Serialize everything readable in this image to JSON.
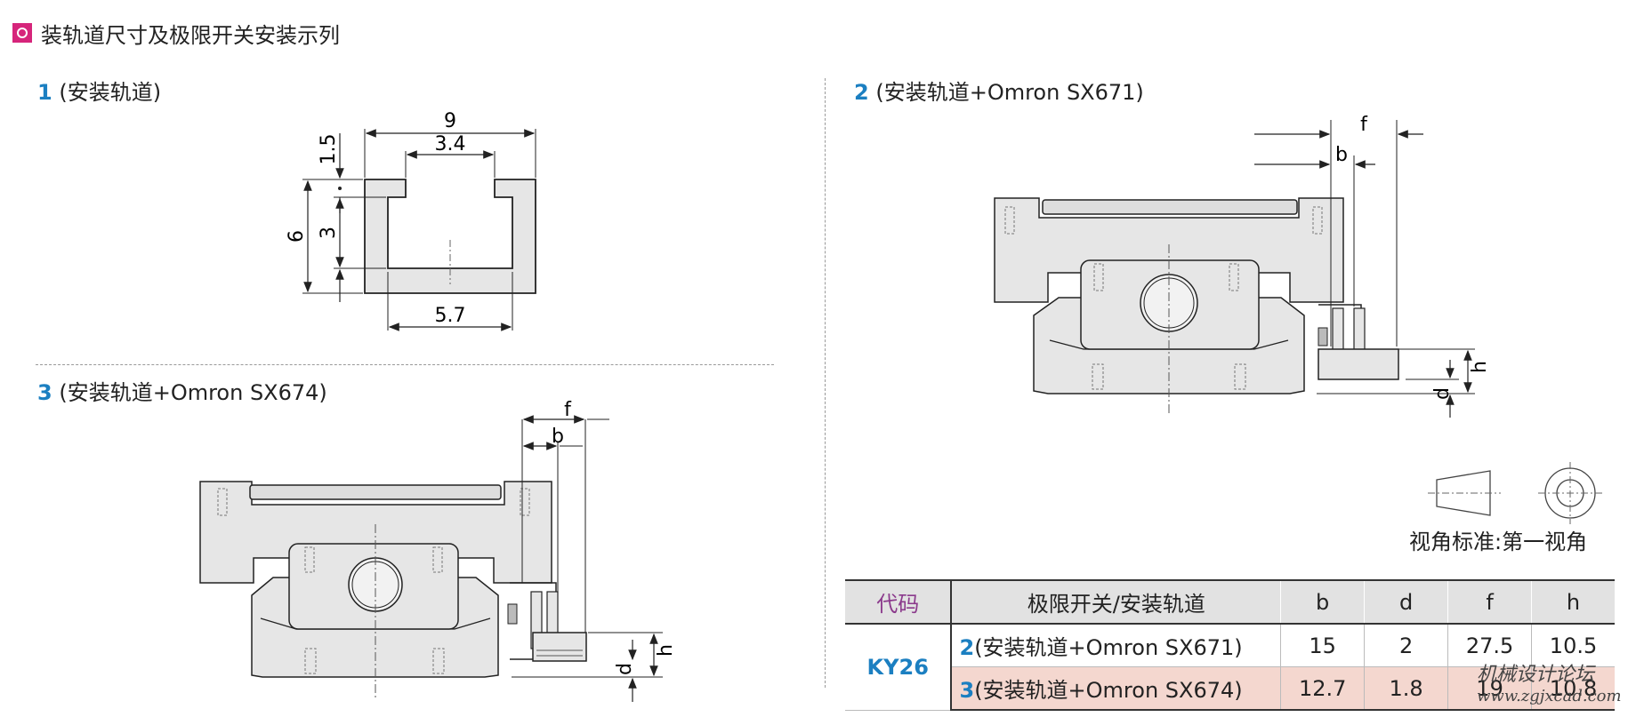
{
  "header": {
    "title": "装轨道尺寸及极限开关安装示列"
  },
  "section1": {
    "num": "1",
    "title": "(安装轨道)",
    "dims": {
      "width_total": "9",
      "inner_top": "3.4",
      "lip": "1.5",
      "height": "6",
      "inner_height": "3",
      "inner_bottom": "5.7"
    }
  },
  "section2": {
    "num": "2",
    "title": "(安装轨道+Omron SX671)",
    "dims": {
      "f": "f",
      "b": "b",
      "h": "h",
      "d": "d"
    }
  },
  "section3": {
    "num": "3",
    "title": "(安装轨道+Omron SX674)",
    "dims": {
      "f": "f",
      "b": "b",
      "h": "h",
      "d": "d"
    }
  },
  "view_standard": "视角标准:第一视角",
  "table": {
    "headers": [
      "代码",
      "极限开关/安装轨道",
      "b",
      "d",
      "f",
      "h"
    ],
    "code": "KY26",
    "rows": [
      {
        "num": "2",
        "desc": "(安装轨道+Omron SX671)",
        "b": "15",
        "d": "2",
        "f": "27.5",
        "h": "10.5"
      },
      {
        "num": "3",
        "desc": "(安装轨道+Omron SX674)",
        "b": "12.7",
        "d": "1.8",
        "f": "19",
        "h": "10.8"
      }
    ]
  },
  "watermark": {
    "line1": "机械设计论坛",
    "line2": "www.zgjxcad.com"
  },
  "colors": {
    "accent_magenta": "#d6257b",
    "number_blue": "#1b7fc1",
    "highlight_row": "#f4d7cf",
    "part_fill": "#e6e6e6"
  }
}
